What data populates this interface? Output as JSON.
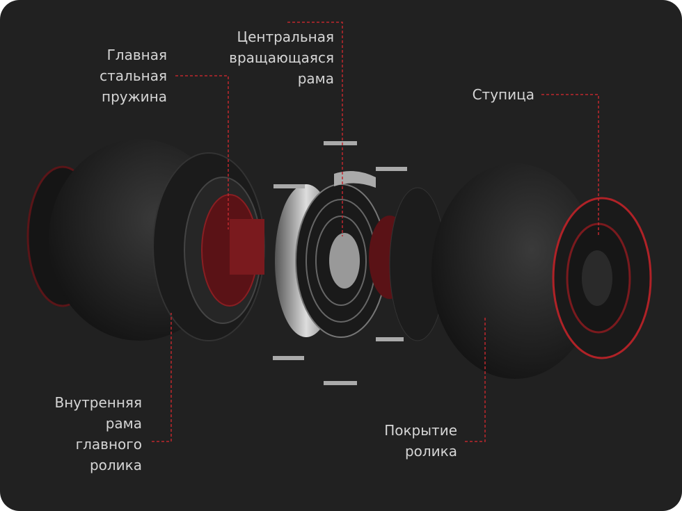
{
  "labels": {
    "spring": "Главная\nстальная\nпружина",
    "center_frame": "Центральная\nвращающаяся\nрама",
    "hub": "Ступица",
    "inner_frame": "Внутренняя\nрама\nглавного\nролика",
    "cover": "Покрытие\nролика"
  },
  "colors": {
    "background": "#212121",
    "leader": "#c0282e",
    "text": "#d6d6d6"
  }
}
